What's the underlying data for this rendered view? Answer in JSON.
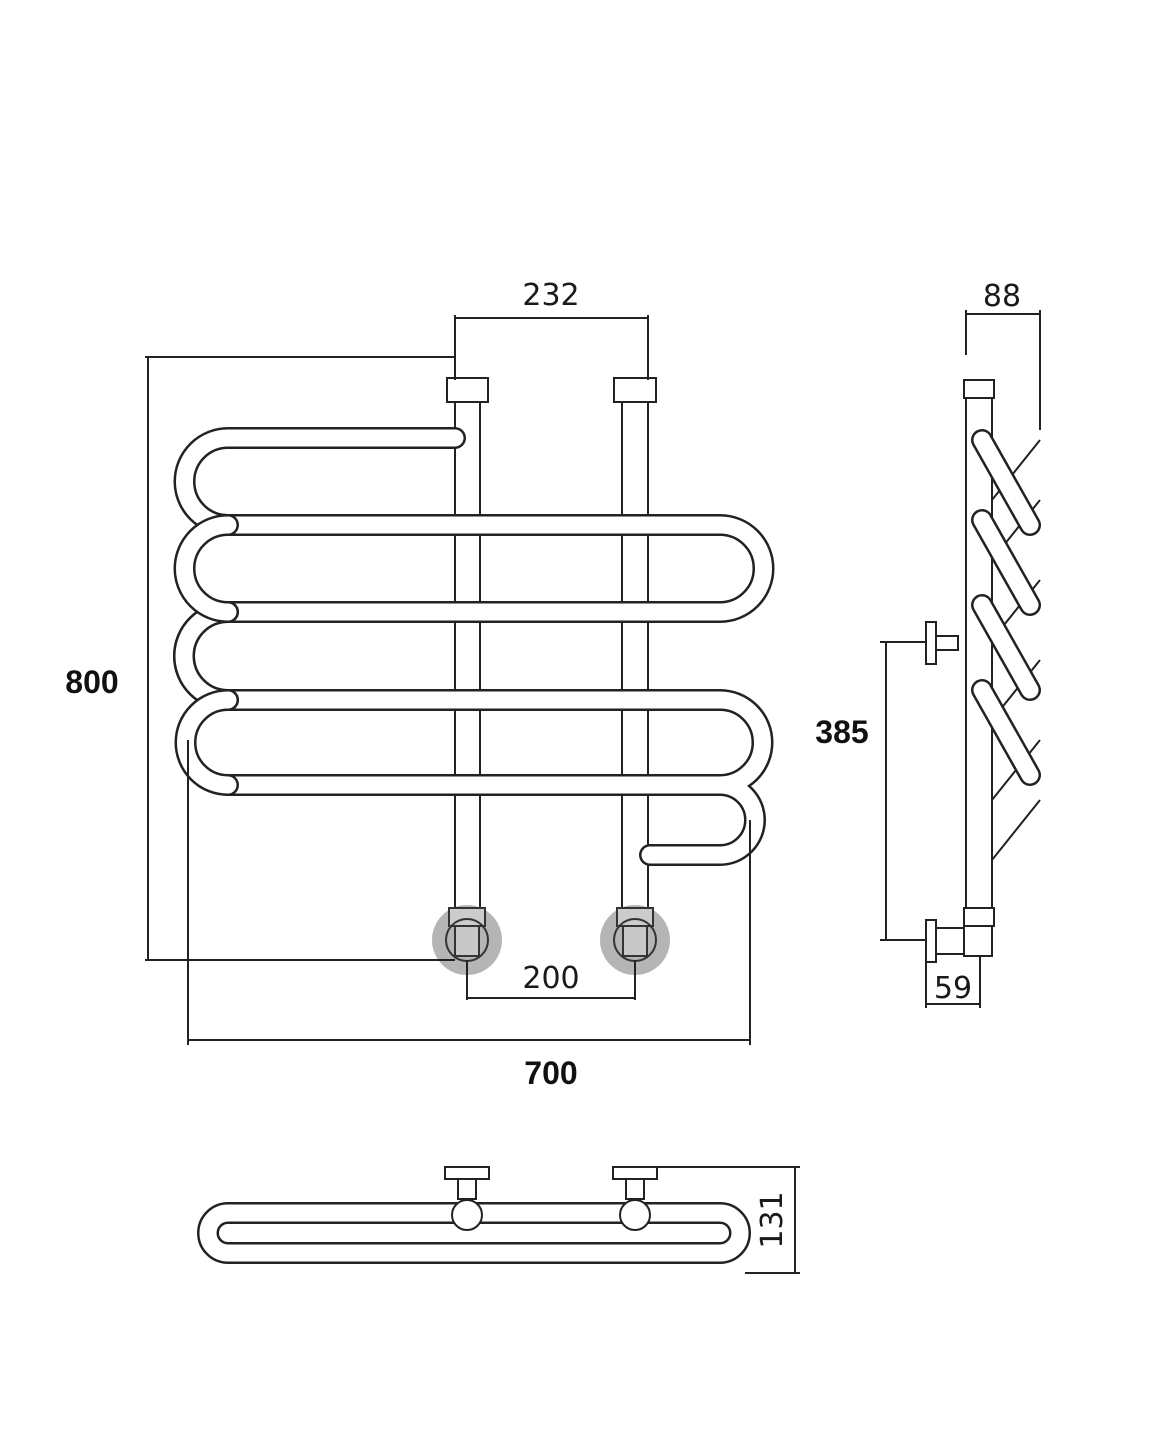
{
  "title": "Towel rail dimension drawing",
  "dimensions": {
    "top_spacing": "232",
    "height": "800",
    "connection_spacing": "200",
    "width": "700",
    "side_depth": "88",
    "side_height": "385",
    "valve_offset": "59",
    "bottom_depth": "131"
  },
  "colors": {
    "line": "#222222",
    "highlight": "#b5b5b5"
  }
}
